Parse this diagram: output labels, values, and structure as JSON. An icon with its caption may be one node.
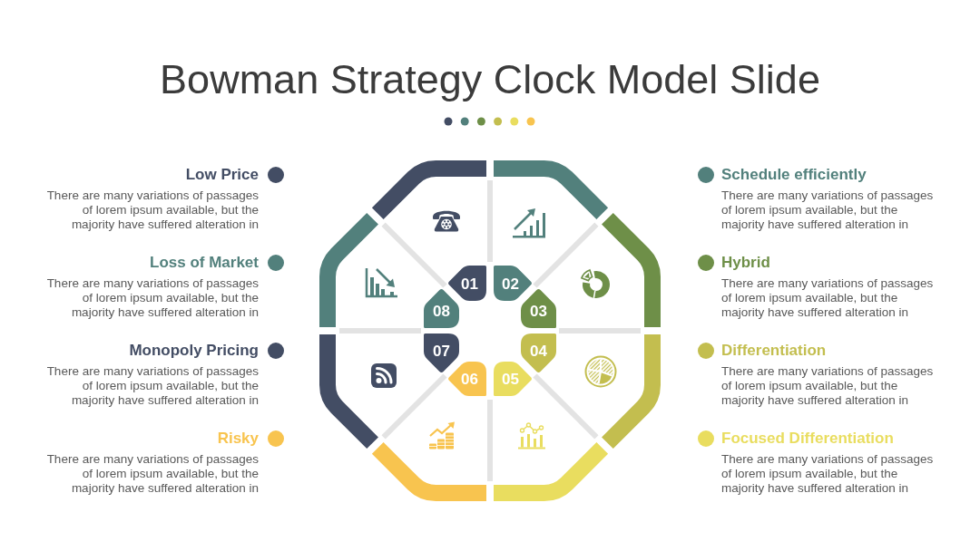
{
  "diagram": {
    "title": "Bowman Strategy Clock Model Slide",
    "nodes": [
      {
        "text": [
          "01"
        ]
      },
      {
        "text": [
          "02"
        ]
      },
      {
        "text": [
          "03"
        ]
      },
      {
        "text": [
          "04"
        ]
      },
      {
        "text": [
          "05"
        ]
      },
      {
        "text": [
          "06"
        ]
      },
      {
        "text": [
          "07"
        ]
      },
      {
        "text": [
          "08"
        ]
      }
    ],
    "labels": [
      "Low Price",
      "There are many variations of passages of lorem ipsum available, but the majority have suffered alteration in",
      "Loss of Market",
      "There are many variations of passages of lorem ipsum available, but the majority have suffered alteration in",
      "Monopoly Pricing",
      "There are many variations of passages of lorem ipsum available, but the majority have suffered alteration in",
      "Risky",
      "There are many variations of passages of lorem ipsum available, but the majority have suffered alteration in",
      "Schedule efficiently",
      "There are many variations of passages of lorem ipsum available, but the majority have suffered alteration in",
      "Hybrid",
      "There are many variations of passages of lorem ipsum available, but the majority have suffered alteration in",
      "Differentiation",
      "There are many variations of passages of lorem ipsum available, but the majority have suffered alteration in",
      "Focused Differentiation",
      "There are many variations of passages of lorem ipsum available, but the majority have suffered alteration in"
    ]
  }
}
